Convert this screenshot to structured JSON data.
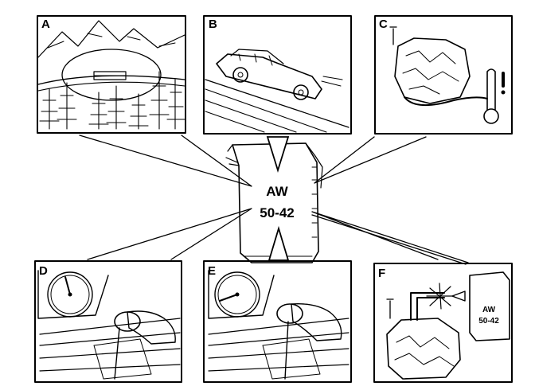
{
  "panels": [
    {
      "label": "A",
      "scene": "mountain-road"
    },
    {
      "label": "B",
      "scene": "car-on-incline"
    },
    {
      "label": "C",
      "scene": "transmission-temperature"
    },
    {
      "label": "D",
      "scene": "speedometer-low-gear-lever"
    },
    {
      "label": "E",
      "scene": "speedometer-high-gear-lever"
    },
    {
      "label": "F",
      "scene": "transmission-control-unit"
    }
  ],
  "control_unit": {
    "line1": "AW",
    "line2": "50-42"
  },
  "panel_f_unit": {
    "line1": "AW",
    "line2": "50-42"
  },
  "colors": {
    "ink": "#000000",
    "paper": "#ffffff"
  }
}
